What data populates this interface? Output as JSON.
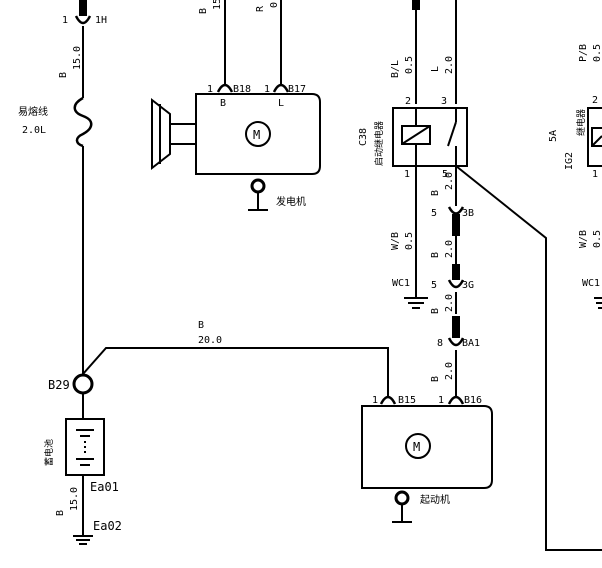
{
  "battery": {
    "label": "蓄电池",
    "terminal_top": "B29",
    "ground_conn": "Ea01",
    "ground_conn2": "Ea02",
    "wire_color": "B",
    "wire_size": "15.0"
  },
  "fusible_link": {
    "label": "易熔线",
    "rating": "2.0L",
    "wire_color": "B",
    "wire_size": "15.0",
    "conn_pin": "1",
    "conn_name": "1H"
  },
  "main_wire": {
    "color": "B",
    "size": "20.0"
  },
  "generator": {
    "label": "发电机",
    "motor_symbol": "M",
    "pin_b_num": "1",
    "pin_b_conn": "B18",
    "pin_b_label": "B",
    "pin_l_num": "1",
    "pin_l_conn": "B17",
    "pin_l_label": "L",
    "wire_b_color": "B",
    "wire_b_size": "15",
    "wire_l_color": "R",
    "wire_l_size": "0."
  },
  "start_relay": {
    "code": "C38",
    "label": "启动继电器",
    "pin1": "1",
    "pin2": "2",
    "pin3": "3",
    "pin5": "5",
    "wire_pin2_color": "B/L",
    "wire_pin2_size": "0.5",
    "wire_pin3_color": "L",
    "wire_pin3_size": "2.0",
    "wire_pin1_color": "W/B",
    "wire_pin1_size": "0.5",
    "ground": "WC1",
    "wire_pin5_color": "B",
    "wire_pin5_size": "2.0"
  },
  "connectors": {
    "c3b_pin": "5",
    "c3b_name": "3B",
    "c3g_pin": "5",
    "c3g_name": "3G",
    "cba1_pin": "8",
    "cba1_name": "BA1",
    "wire_3b_3g_color": "B",
    "wire_3b_3g_size": "2.0",
    "wire_3g_ba1_color": "B",
    "wire_3g_ba1_size": "2.0",
    "wire_ba1_starter_color": "B",
    "wire_ba1_starter_size": "2.0"
  },
  "starter": {
    "label": "起动机",
    "motor_symbol": "M",
    "pin_b15_num": "1",
    "pin_b15_conn": "B15",
    "pin_b16_num": "1",
    "pin_b16_conn": "B16"
  },
  "right_relay": {
    "wire_top_color": "P/B",
    "wire_top_size": "0.5",
    "fuse": "5A",
    "code": "IG2",
    "label": "继电器",
    "pin2": "2",
    "pin1": "1",
    "wire_bottom_color": "W/B",
    "wire_bottom_size": "0.5",
    "ground": "WC1"
  }
}
